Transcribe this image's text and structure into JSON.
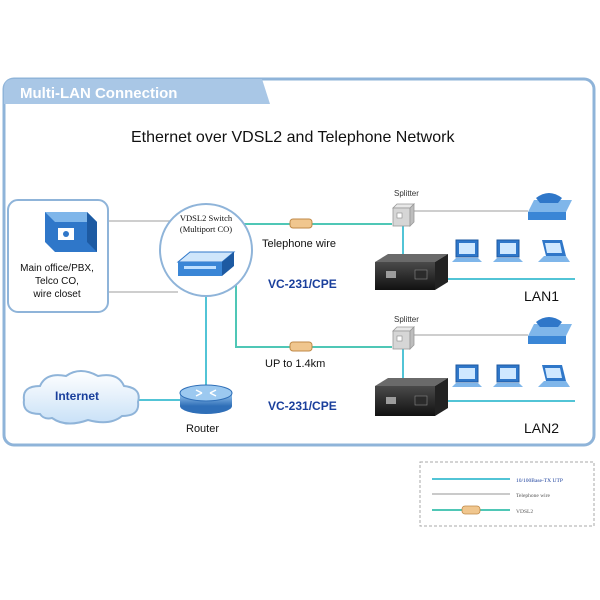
{
  "header": {
    "tab_title": "Multi-LAN Connection"
  },
  "diagram": {
    "title": "Ethernet over VDSL2 and Telephone Network",
    "main_office_label": [
      "Main office/PBX,",
      "Telco CO,",
      "wire closet"
    ],
    "vdsl_switch_label": [
      "VDSL2 Switch",
      "(Multiport CO)"
    ],
    "telephone_wire_label": "Telephone wire",
    "distance_label": "UP to 1.4km",
    "splitter_1": "Splitter",
    "splitter_2": "Splitter",
    "cpe_1": "VC-231/CPE",
    "cpe_2": "VC-231/CPE",
    "lan_1": "LAN1",
    "lan_2": "LAN2",
    "internet": "Internet",
    "router": "Router"
  },
  "legend": {
    "items": [
      {
        "label": "10/100Base-TX UTP",
        "kind": "ethernet"
      },
      {
        "label": "Telephone wire",
        "kind": "telephone"
      },
      {
        "label": "VDSL2",
        "kind": "vdsl"
      }
    ]
  },
  "colors": {
    "frame": "#8fb4d9",
    "tab_bg": "#a9c7e6",
    "ethernet": "#52c4d6",
    "telephone": "#aaaaaa",
    "vdsl": "#4fc7b6",
    "accent_text": "#1a3f9c"
  }
}
